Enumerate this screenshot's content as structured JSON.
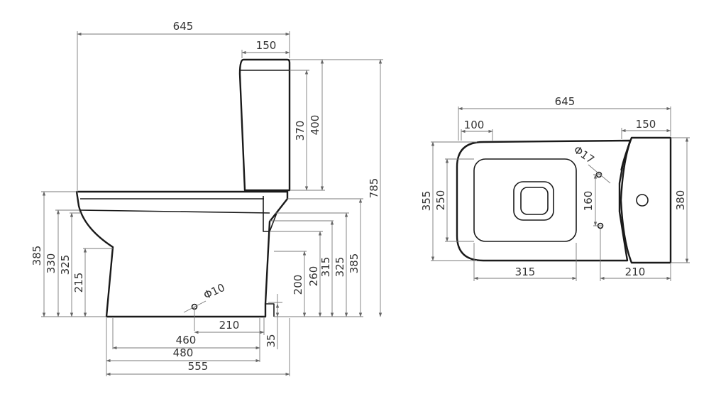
{
  "side_view": {
    "overall_width": "645",
    "tank_depth": "150",
    "tank_height_inner": "370",
    "tank_height": "400",
    "overall_height": "785",
    "rim_height": "385",
    "h330": "330",
    "h325": "325",
    "h215": "215",
    "r200": "200",
    "r260": "260",
    "r315": "315",
    "r325": "325",
    "r385": "385",
    "inlet_diameter": "Φ10",
    "inlet_offset": "210",
    "offset_35": "35",
    "base_460": "460",
    "base_480": "480",
    "base_555": "555"
  },
  "top_view": {
    "overall_width": "645",
    "front_100": "100",
    "tank_depth": "150",
    "hole_diameter": "Φ17",
    "width_355": "355",
    "width_250": "250",
    "hole_spacing": "160",
    "tank_width": "380",
    "seat_315": "315",
    "holes_210": "210"
  }
}
